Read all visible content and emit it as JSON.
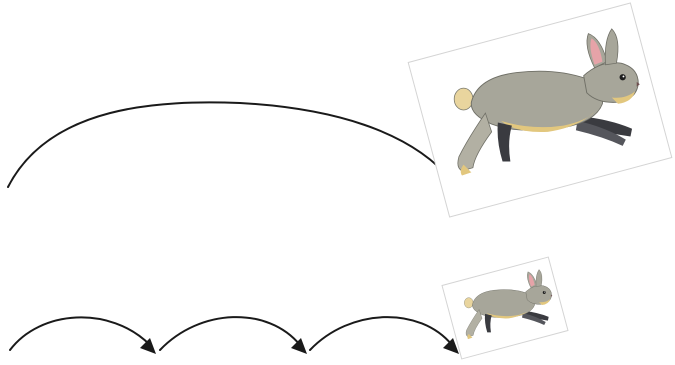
{
  "diagram": {
    "rows": [
      {
        "id": "big-rabbit-row",
        "jump_count": 1,
        "rabbit_size": "large"
      },
      {
        "id": "small-rabbit-row",
        "jump_count": 3,
        "rabbit_size": "small"
      }
    ],
    "colors": {
      "arrow": "#1a1a1a",
      "rabbit_fur": "#a7a69a",
      "rabbit_belly": "#e2c77e",
      "rabbit_ear_inner": "#e6a3a8",
      "rabbit_leg": "#3a3b40",
      "card_border": "#d4d4d4"
    }
  }
}
